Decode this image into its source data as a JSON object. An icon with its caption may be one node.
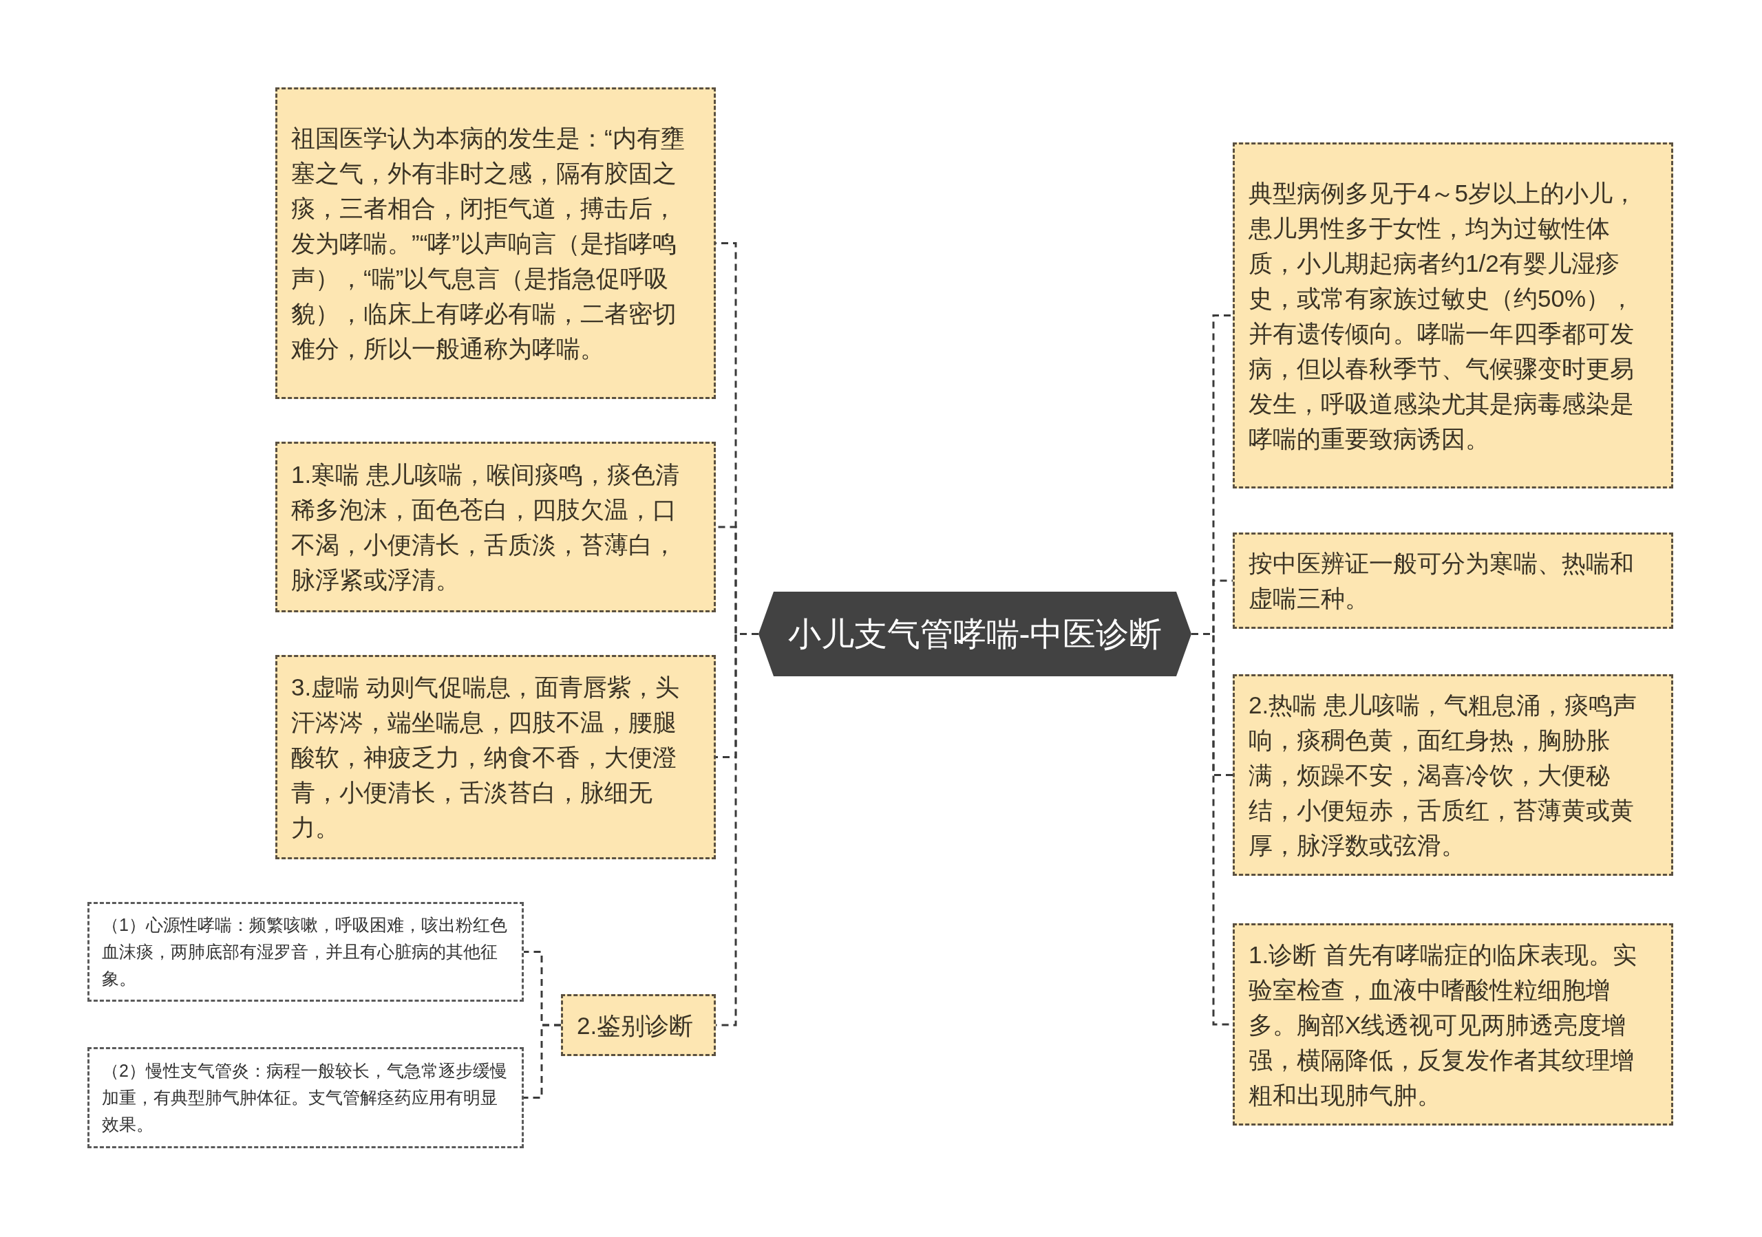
{
  "diagram": {
    "nodes": [
      {
        "text": [
          "小儿支气管哮喘-中医诊断"
        ]
      },
      {
        "text": [
          "祖国医学认为本病的发生是：“内有壅塞之气，外有非时之感，隔有胶固之痰，三者相合，闭拒气道，搏击后，发为哮喘。”“哮”以声响言（是指哮鸣声），“喘”以气息言（是指急促呼吸貌），临床上有哮必有喘，二者密切难分，所以一般通称为哮喘。"
        ]
      },
      {
        "text": [
          "1.寒喘 患儿咳喘，喉间痰鸣，痰色清稀多泡沫，面色苍白，四肢欠温，口不渴，小便清长，舌质淡，苔薄白，脉浮紧或浮清。"
        ]
      },
      {
        "text": [
          "3.虚喘 动则气促喘息，面青唇紫，头汗涔涔，端坐喘息，四肢不温，腰腿酸软，神疲乏力，纳食不香，大便澄青，小便清长，舌淡苔白，脉细无力。"
        ]
      },
      {
        "text": [
          "2.鉴别诊断"
        ]
      },
      {
        "text": [
          "（1）心源性哮喘：频繁咳嗽，呼吸困难，咳出粉红色血沫痰，两肺底部有湿罗音，并且有心脏病的其他征象。"
        ]
      },
      {
        "text": [
          "（2）慢性支气管炎：病程一般较长，气急常逐步缓慢加重，有典型肺气肿体征。支气管解痉药应用有明显效果。"
        ]
      },
      {
        "text": [
          "典型病例多见于4～5岁以上的小儿，患儿男性多于女性，均为过敏性体质，小儿期起病者约1/2有婴儿湿疹史，或常有家族过敏史（约50%），并有遗传倾向。哮喘一年四季都可发病，但以春秋季节、气候骤变时更易发生，呼吸道感染尤其是病毒感染是哮喘的重要致病诱因。"
        ]
      },
      {
        "text": [
          "按中医辨证一般可分为寒喘、热喘和虚喘三种。"
        ]
      },
      {
        "text": [
          "2.热喘 患儿咳喘，气粗息涌，痰鸣声响，痰稠色黄，面红身热，胸胁胀满，烦躁不安，渴喜冷饮，大便秘结，小便短赤，舌质红，苔薄黄或黄厚，脉浮数或弦滑。"
        ]
      },
      {
        "text": [
          "1.诊断 首先有哮喘症的临床表现。实验室检查，血液中嗜酸性粒细胞增多。胸部X线透视可见两肺透亮度增强，横隔降低，反复发作者其纹理增粗和出现肺气肿。"
        ]
      }
    ],
    "edges": [
      {
        "from": 0,
        "to": 1,
        "arrow": "none",
        "style": "dashed"
      },
      {
        "from": 0,
        "to": 2,
        "arrow": "none",
        "style": "dashed"
      },
      {
        "from": 0,
        "to": 3,
        "arrow": "none",
        "style": "dashed"
      },
      {
        "from": 0,
        "to": 4,
        "arrow": "none",
        "style": "dashed"
      },
      {
        "from": 4,
        "to": 5,
        "arrow": "none",
        "style": "dashed"
      },
      {
        "from": 4,
        "to": 6,
        "arrow": "none",
        "style": "dashed"
      },
      {
        "from": 0,
        "to": 7,
        "arrow": "none",
        "style": "dashed"
      },
      {
        "from": 0,
        "to": 8,
        "arrow": "none",
        "style": "dashed"
      },
      {
        "from": 0,
        "to": 9,
        "arrow": "none",
        "style": "dashed"
      },
      {
        "from": 0,
        "to": 10,
        "arrow": "none",
        "style": "dashed"
      }
    ]
  }
}
